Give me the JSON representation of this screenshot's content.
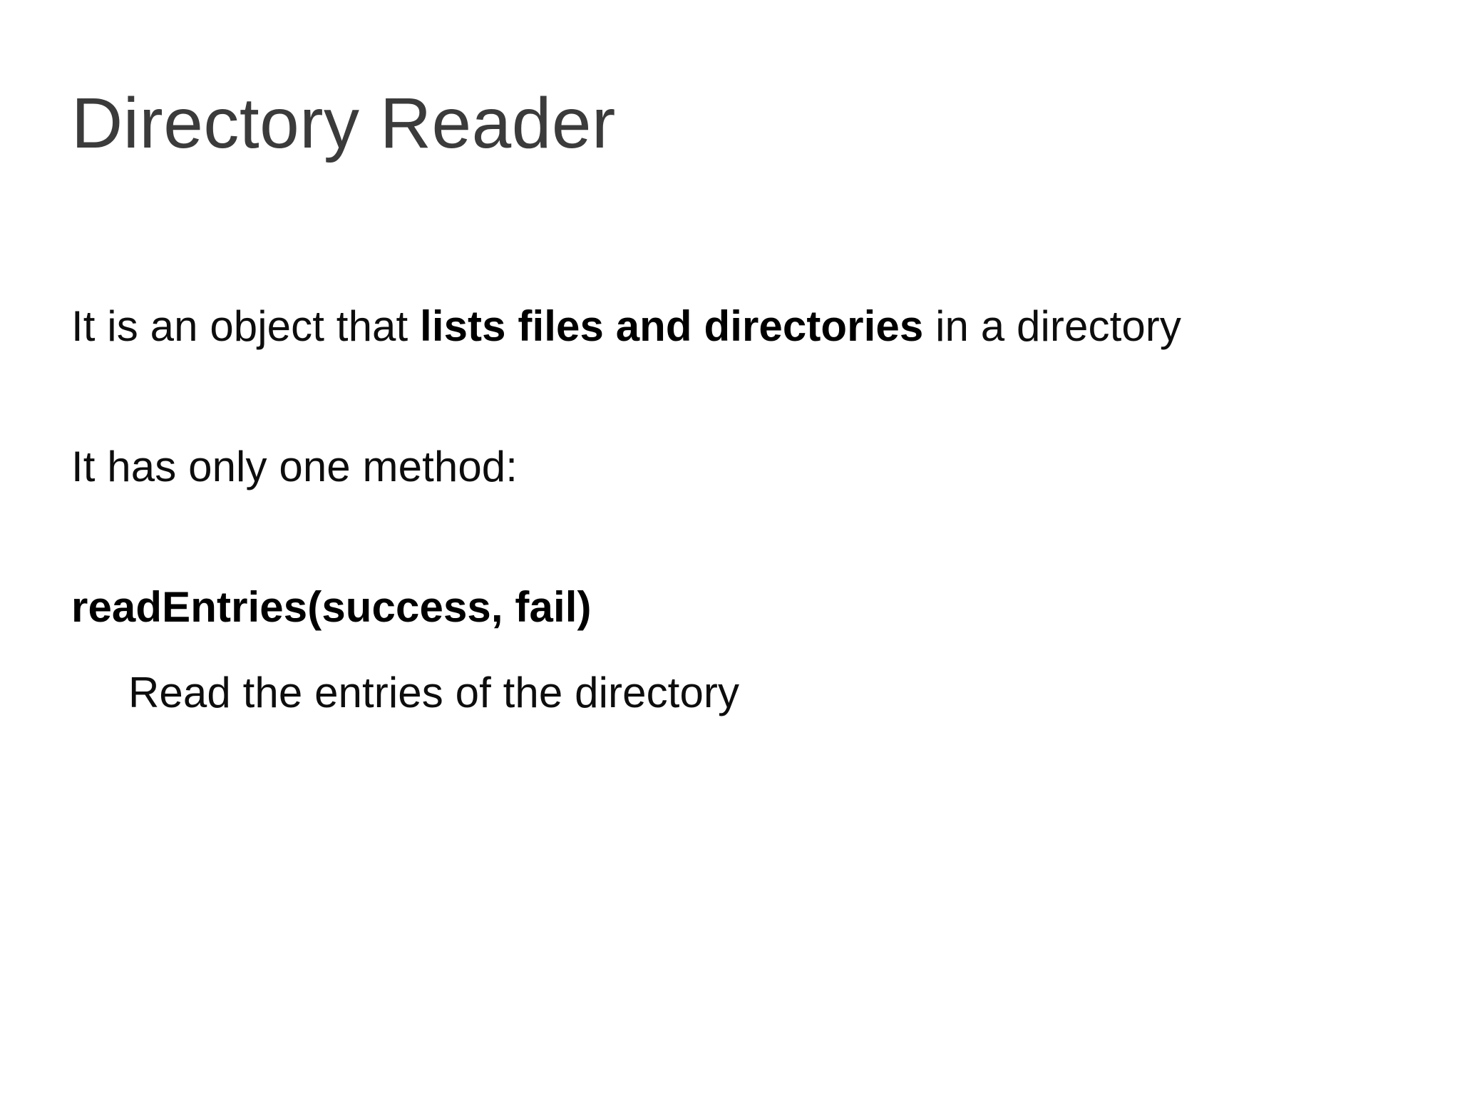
{
  "slide": {
    "title": "Directory Reader",
    "background_color": "#ffffff",
    "title_color": "#3b3b3b",
    "body_color": "#0d0d0d",
    "emphasis_color": "#000000",
    "intro": {
      "part1": "It is an object that ",
      "emphasis": "lists files and directories",
      "part2": " in a directory"
    },
    "methods_intro": "It has only one method:",
    "method": {
      "signature": "readEntries(success, fail)",
      "description": "Read the entries of the directory"
    }
  }
}
